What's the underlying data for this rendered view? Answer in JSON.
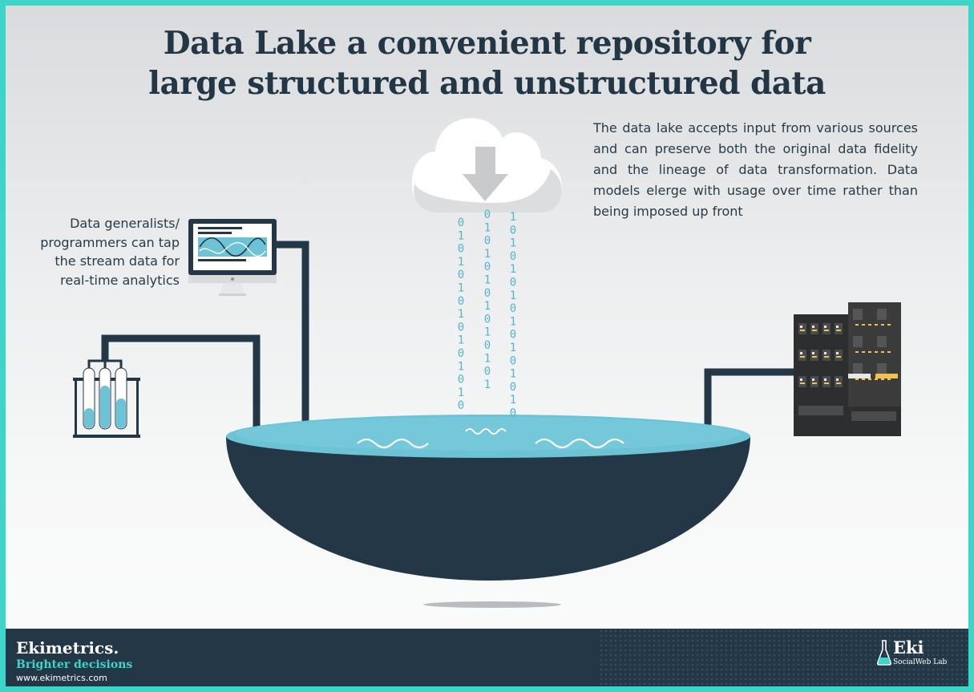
{
  "header": {
    "title_line1": "Data Lake a convenient repository for",
    "title_line2": "large structured and unstructured data"
  },
  "annotations": {
    "right_description": "The data lake accepts input from various sources and can preserve both the original data fidelity and the lineage of data transformation. Data models elerge with usage over time rather than being imposed up front",
    "left_note": "Data generalists/ programmers can tap the stream data for real-time analytics"
  },
  "binary_stream": {
    "column_1": [
      "0",
      "1",
      "0",
      "1",
      "0",
      "1",
      "0",
      "1",
      "0",
      "1",
      "0",
      "1",
      "0",
      "1",
      "0"
    ],
    "column_2": [
      "0",
      "1",
      "0",
      "1",
      "0",
      "1",
      "0",
      "1",
      "0",
      "1",
      "0",
      "1",
      "0",
      "1"
    ],
    "column_3": [
      "1",
      "0",
      "1",
      "0",
      "1",
      "0",
      "1",
      "0",
      "1",
      "0",
      "1",
      "0",
      "1",
      "0",
      "1",
      "0"
    ]
  },
  "footer": {
    "brand": "Ekimetrics.",
    "tagline": "Brighter decisions",
    "url": "www.ekimetrics.com",
    "lab_name": "Eki",
    "lab_sub": "SocialWeb Lab"
  },
  "colors": {
    "border": "#3cd6c8",
    "navy": "#243746",
    "water": "#6cc3d6",
    "binary": "#5ab3c9"
  },
  "icons": [
    "cloud-download-icon",
    "monitor-icon",
    "test-tubes-icon",
    "server-rack-icon",
    "flask-icon"
  ]
}
